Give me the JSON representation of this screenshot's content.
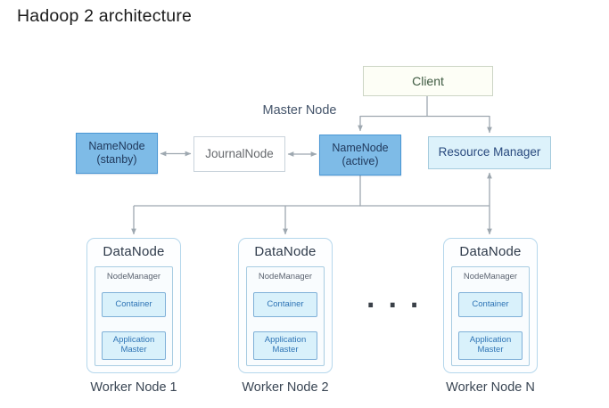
{
  "title": "Hadoop 2 architecture",
  "labels": {
    "master_node": "Master Node",
    "client": "Client",
    "namenode_standby": "NameNode (stanby)",
    "journalnode": "JournalNode",
    "namenode_active": "NameNode (active)",
    "resource_manager": "Resource Manager",
    "ellipsis": "..."
  },
  "workers": [
    {
      "title": "DataNode",
      "nodemanager": "NodeManager",
      "container": "Container",
      "app_master": "Application Master",
      "caption": "Worker Node 1"
    },
    {
      "title": "DataNode",
      "nodemanager": "NodeManager",
      "container": "Container",
      "app_master": "Application Master",
      "caption": "Worker Node 2"
    },
    {
      "title": "DataNode",
      "nodemanager": "NodeManager",
      "container": "Container",
      "app_master": "Application Master",
      "caption": "Worker Node N"
    }
  ],
  "colors": {
    "namenode_fill": "#7EBBE7",
    "namenode_border": "#4A97D4",
    "namenode_text": "#20395C",
    "resource_manager_fill": "#DDF2FB",
    "resource_manager_text": "#28497E",
    "client_fill": "#FDFEF6",
    "client_text": "#3E5A41",
    "journalnode_text": "#66696D",
    "datanode_card_border": "#B5D7EC",
    "inner_box_fill": "#D9F1FB",
    "inner_box_border": "#7FB0D8",
    "inner_box_text": "#2E74B5",
    "connector_gray": "#9EA8B0"
  }
}
